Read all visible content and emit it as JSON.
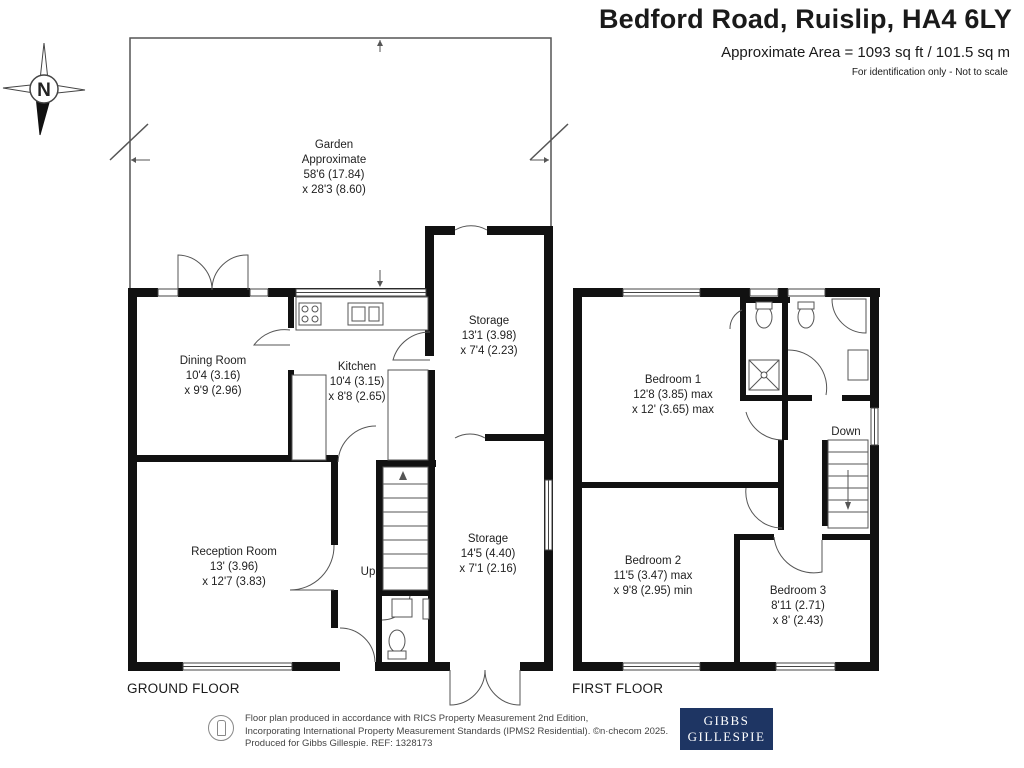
{
  "header": {
    "title": "Bedford Road, Ruislip, HA4 6LY",
    "area": "Approximate Area = 1093 sq ft / 101.5 sq m",
    "identification": "For identification only - Not to scale"
  },
  "compass": {
    "label": "N"
  },
  "ground_floor": {
    "label": "GROUND FLOOR",
    "rooms": {
      "garden": {
        "name": "Garden",
        "note": "Approximate",
        "dim1": "58'6 (17.84)",
        "dim2": "x 28'3 (8.60)"
      },
      "dining": {
        "name": "Dining Room",
        "dim1": "10'4 (3.16)",
        "dim2": "x 9'9 (2.96)"
      },
      "kitchen": {
        "name": "Kitchen",
        "dim1": "10'4 (3.15)",
        "dim2": "x 8'8 (2.65)"
      },
      "storage1": {
        "name": "Storage",
        "dim1": "13'1 (3.98)",
        "dim2": "x 7'4 (2.23)"
      },
      "reception": {
        "name": "Reception Room",
        "dim1": "13' (3.96)",
        "dim2": "x 12'7 (3.83)"
      },
      "storage2": {
        "name": "Storage",
        "dim1": "14'5 (4.40)",
        "dim2": "x 7'1 (2.16)"
      }
    },
    "stairs_label": "Up"
  },
  "first_floor": {
    "label": "FIRST FLOOR",
    "rooms": {
      "bedroom1": {
        "name": "Bedroom 1",
        "dim1": "12'8 (3.85) max",
        "dim2": "x 12' (3.65) max"
      },
      "bedroom2": {
        "name": "Bedroom 2",
        "dim1": "11'5 (3.47) max",
        "dim2": "x 9'8 (2.95) min"
      },
      "bedroom3": {
        "name": "Bedroom 3",
        "dim1": "8'11 (2.71)",
        "dim2": "x 8' (2.43)"
      }
    },
    "stairs_label": "Down"
  },
  "footer": {
    "line1": "Floor plan produced in accordance with RICS Property Measurement 2nd Edition,",
    "line2": "Incorporating International Property Measurement Standards (IPMS2 Residential).  ©n·checom 2025.",
    "line3": "Produced for Gibbs Gillespie.   REF:  1328173"
  },
  "brand": {
    "line1": "GIBBS",
    "line2": "GILLESPIE"
  },
  "colors": {
    "wall": "#111111",
    "brand": "#1e3563"
  }
}
